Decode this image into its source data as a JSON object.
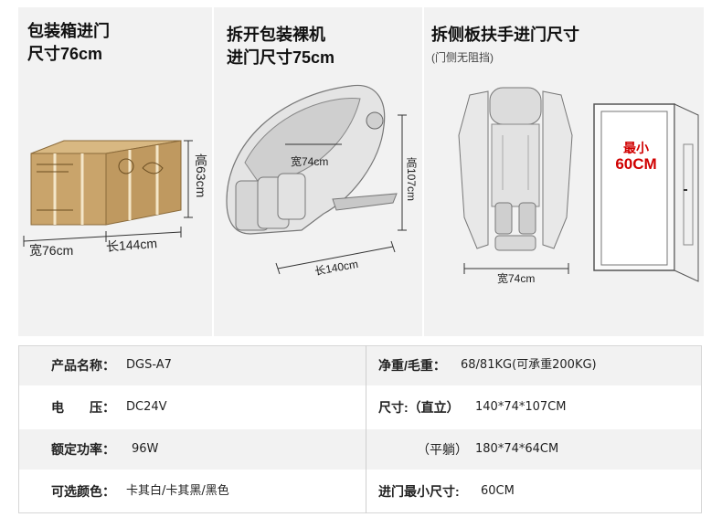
{
  "panel1": {
    "title_line1": "包装箱进门",
    "title_line2": "尺寸76cm",
    "height_label": "高63cm",
    "width_label": "宽76cm",
    "length_label": "长144cm"
  },
  "panel2": {
    "title_line1": "拆开包装裸机",
    "title_line2": "进门尺寸75cm",
    "width_label": "宽74cm",
    "height_label": "高107cm",
    "length_label": "长140cm"
  },
  "panel3": {
    "title_line1": "拆侧板扶手进门尺寸",
    "subtitle": "(门侧无阻挡)",
    "width_label": "宽74cm",
    "min_label": "最小",
    "min_value": "60CM"
  },
  "specs": {
    "name_label": "产品名称：",
    "name_value": "DGS-A7",
    "voltage_label": "电　　压：",
    "voltage_value": "DC24V",
    "power_label": "额定功率：",
    "power_value": "96W",
    "color_label": "可选颜色：",
    "color_value": "卡其白/卡其黑/黑色",
    "weight_label": "净重/毛重：",
    "weight_value": "68/81KG(可承重200KG)",
    "size_label": "尺寸:（直立）",
    "size_value": "140*74*107CM",
    "flat_label": "（平躺）",
    "flat_value": "180*74*64CM",
    "door_label": "进门最小尺寸:",
    "door_value": "60CM"
  },
  "colors": {
    "panel_bg": "#f2f2f2",
    "accent_red": "#d00000",
    "box_brown": "#c9a46b"
  }
}
